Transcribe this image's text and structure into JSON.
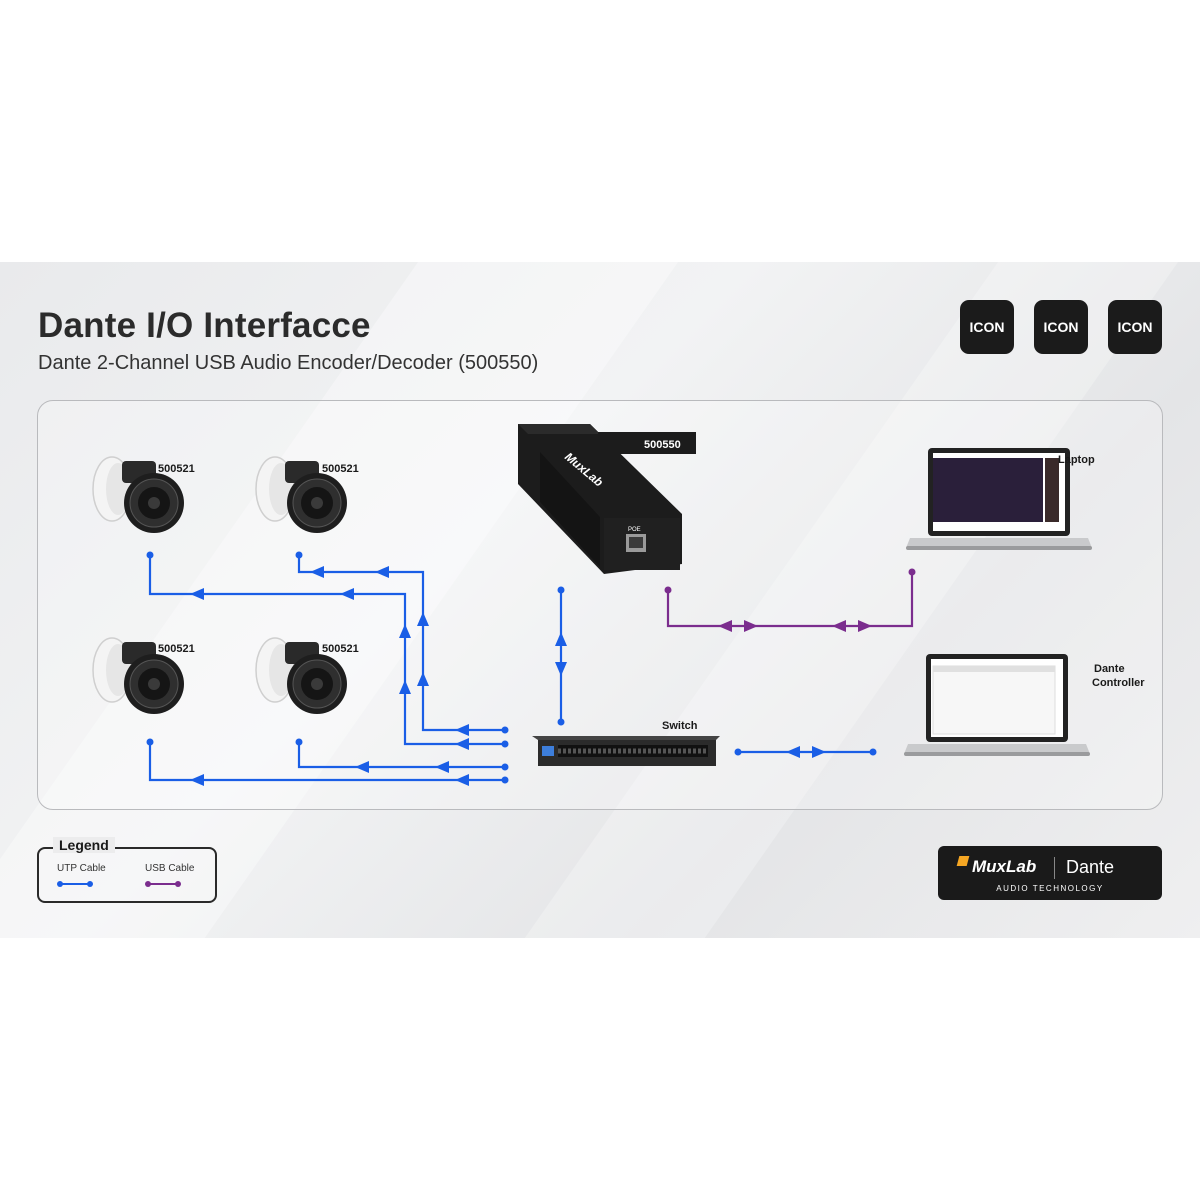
{
  "header": {
    "title": "Dante I/O Interfacce",
    "subtitle": "Dante 2-Channel USB Audio Encoder/Decoder (500550)",
    "icons": [
      {
        "label": "ICON",
        "icon": "placeholder-icon"
      },
      {
        "label": "ICON",
        "icon": "placeholder-icon"
      },
      {
        "label": "ICON",
        "icon": "placeholder-icon"
      }
    ]
  },
  "diagram": {
    "speakers": [
      {
        "model": "500521"
      },
      {
        "model": "500521"
      },
      {
        "model": "500521"
      },
      {
        "model": "500521"
      }
    ],
    "encoder": {
      "model": "500550",
      "brand": "MuxLab",
      "port_label": "POE"
    },
    "switch_label": "Switch",
    "laptop_label": "Laptop",
    "controller": {
      "brand": "Dante",
      "label": "Controller"
    }
  },
  "legend": {
    "title": "Legend",
    "items": [
      {
        "label": "UTP Cable",
        "color": "#1a5ee6"
      },
      {
        "label": "USB Cable",
        "color": "#7b2d8e"
      }
    ]
  },
  "brand": {
    "muxlab": "MuxLab",
    "dante": "Dante",
    "tagline": "AUDIO TECHNOLOGY"
  },
  "colors": {
    "utp": "#1a5ee6",
    "usb": "#7b2d8e",
    "badge": "#1b1b1b"
  }
}
